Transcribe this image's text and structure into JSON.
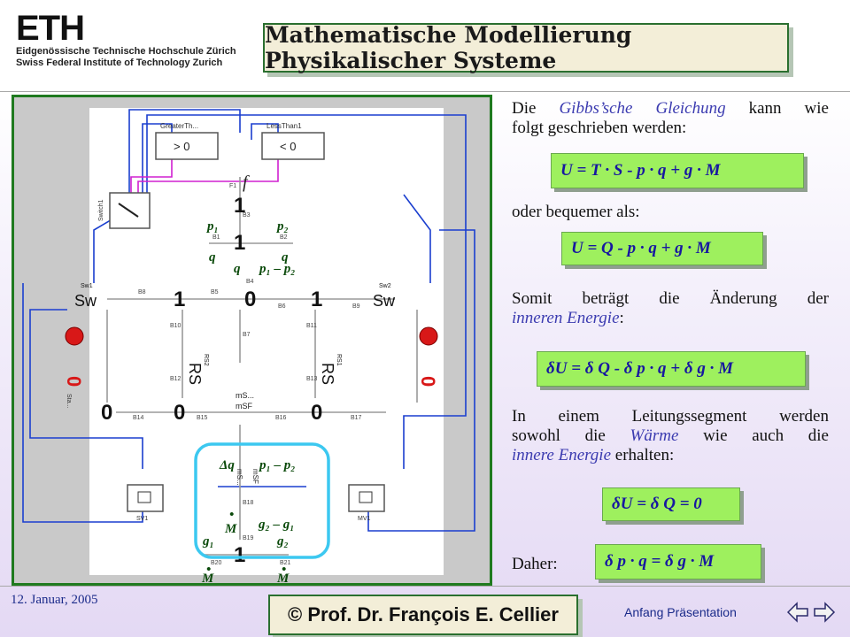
{
  "header": {
    "logo_big": "ETH",
    "logo_line1": "Eidgenössische Technische Hochschule Zürich",
    "logo_line2": "Swiss Federal Institute of Technology Zurich",
    "course_title": "Mathematische Modellierung Physikalischer Systeme"
  },
  "diagram": {
    "blocks": {
      "greater": "GreaterTh...",
      "less": "LessThan1",
      "gt0": "> 0",
      "lt0": "< 0",
      "switch": "Switch1",
      "f1": "F1",
      "sw1": "Sw1",
      "sw2": "Sw2",
      "sw": "Sw",
      "rs": "RS",
      "rs1": "RS1",
      "rs2": "RS2",
      "msf": "mSF",
      "ms": "mS...",
      "sv1": "SV1",
      "mv1": "MV1",
      "sta": "Sta..."
    },
    "junctions": {
      "one": "1",
      "zero": "0"
    },
    "bond_labels": [
      "B1",
      "B2",
      "B3",
      "B4",
      "B5",
      "B6",
      "B7",
      "B8",
      "B9",
      "B10",
      "B11",
      "B12",
      "B13",
      "B14",
      "B15",
      "B16",
      "B17",
      "B18",
      "B19",
      "B20",
      "B21"
    ],
    "math": {
      "p1": "p₁",
      "p2": "p₂",
      "q": "q",
      "dp": "p₁ – p₂",
      "dq": "Δq",
      "dg": "g₂ – g₁",
      "g1": "g₁",
      "g2": "g₂",
      "M": "M",
      "dot": "•"
    }
  },
  "text": {
    "intro_pre": "Die ",
    "intro_hl": "Gibbs’sche Gleichung",
    "intro_post": " kann wie",
    "intro_line2": "folgt geschrieben werden:",
    "eq1": "U = T · S  -  p · q  +  g · M",
    "oder": "oder bequemer als:",
    "eq2": "U = Q  -  p · q  +  g · M",
    "somit_line1": "Somit beträgt die Änderung der",
    "somit_hl": "inneren Energie",
    "somit_post": ":",
    "eq3": "δU =  δ Q  -  δ p · q  +  δ g · M",
    "leit_line1": "In einem Leitungssegment werden",
    "leit_pre": "sowohl die ",
    "leit_hl1": "Wärme",
    "leit_mid": " wie auch die",
    "leit_hl2": "innere Energie",
    "leit_post": " erhalten:",
    "eq4": "δU =  δ Q  = 0",
    "daher": "Daher:",
    "eq5": "δ p · q  =  δ g · M"
  },
  "footer": {
    "date": "12. Januar, 2005",
    "prof": "© Prof. Dr. François E. Cellier",
    "nav_label": "Anfang Präsentation"
  },
  "colors": {
    "frame_green": "#1f7a1f",
    "eq_bg": "#9ef05e",
    "eq_text": "#1717a0",
    "highlight": "#3b3bb0",
    "ring_cyan": "#3cc8f0",
    "math_dark_green": "#0b4a0b"
  }
}
